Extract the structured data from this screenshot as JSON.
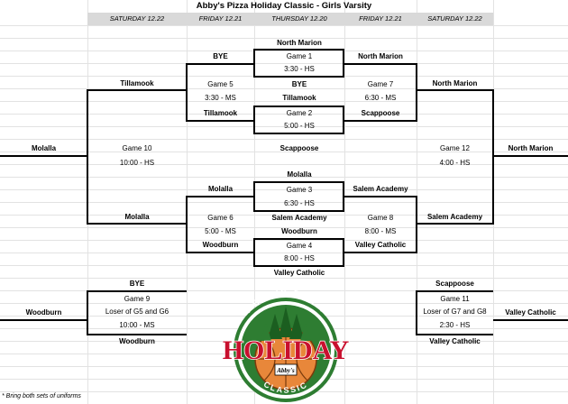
{
  "title": "Abby's Pizza Holiday Classic - Girls Varsity",
  "days": [
    "SATURDAY 12.22",
    "FRIDAY 12.21",
    "THURSDAY 12.20",
    "FRIDAY 12.21",
    "SATURDAY 12.22"
  ],
  "game1": {
    "top": "North Marion",
    "label": "Game 1",
    "time": "3:30 - HS",
    "bottom": "BYE"
  },
  "game2": {
    "top": "Tillamook",
    "label": "Game 2",
    "time": "5:00 - HS",
    "bottom": "Scappoose"
  },
  "game3": {
    "top": "Molalla",
    "label": "Game 3",
    "time": "6:30 - HS",
    "bottom": "Salem Academy"
  },
  "game4": {
    "top": "Woodburn",
    "label": "Game 4",
    "time": "8:00 - HS",
    "bottom": "Valley Catholic"
  },
  "game5": {
    "top": "BYE",
    "label": "Game 5",
    "time": "3:30 - MS",
    "bottom": "Tillamook"
  },
  "game6": {
    "top": "Molalla",
    "label": "Game 6",
    "time": "5:00 - MS",
    "bottom": "Woodburn"
  },
  "game7": {
    "top": "North Marion",
    "label": "Game 7",
    "time": "6:30 - MS",
    "bottom": "Scappoose"
  },
  "game8": {
    "top": "Salem Academy",
    "label": "Game 8",
    "time": "8:00 - MS",
    "bottom": "Valley Catholic"
  },
  "game9": {
    "top": "BYE",
    "label": "Game 9",
    "sub": "Loser of G5 and G6",
    "time": "10:00 - MS",
    "bottom": "Woodburn"
  },
  "game10": {
    "top": "Tillamook",
    "label": "Game 10",
    "time": "10:00 - HS",
    "bottom": "Molalla",
    "winner": "Molalla"
  },
  "game11": {
    "top": "Scappoose",
    "label": "Game 11",
    "sub": "Loser of G7 and G8",
    "time": "2:30 - HS",
    "bottom": "Valley Catholic"
  },
  "game12": {
    "top": "North Marion",
    "label": "Game 12",
    "time": "4:00 - HS",
    "bottom": "Salem Academy",
    "winner": "North Marion"
  },
  "left_woodburn": "Woodburn",
  "right_valley": "Valley Catholic",
  "logo": {
    "arc_text": "ABBY'S PIZZA",
    "main": "HOLIDAY",
    "bottom": "CLASSIC",
    "brand": "Abby's"
  },
  "footnote": "* Bring both sets of uniforms",
  "colors": {
    "red": "#c8102e",
    "green": "#2e7d32",
    "orange": "#e8873a",
    "day_bg": "#d9d9d9"
  }
}
